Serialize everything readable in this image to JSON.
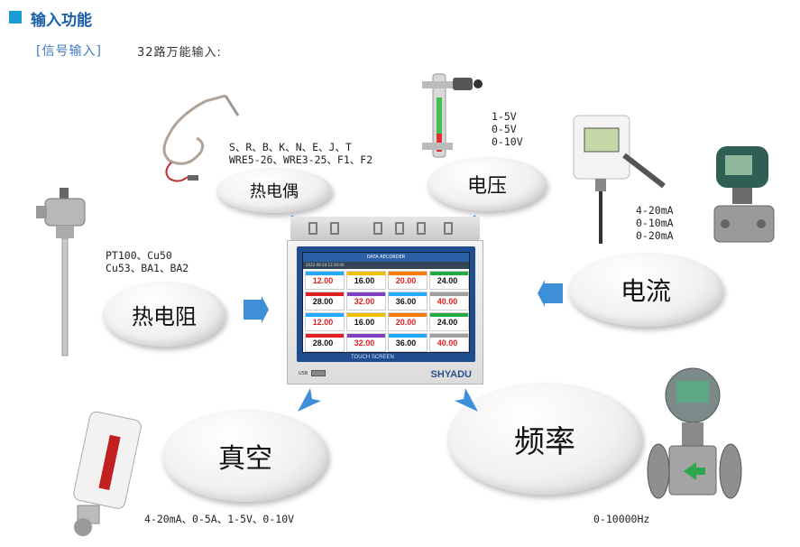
{
  "header": {
    "title": "输入功能",
    "tag": "[信号输入]",
    "intro": "32路万能输入:"
  },
  "bubbles": {
    "thermocouple": "热电偶",
    "voltage": "电压",
    "rtd": "热电阻",
    "current": "电流",
    "vacuum": "真空",
    "frequency": "频率"
  },
  "specs": {
    "thermocouple_line1": "S、R、B、K、N、E、J、T",
    "thermocouple_line2": "WRE5-26、WRE3-25、F1、F2",
    "voltage_line1": "1-5V",
    "voltage_line2": "0-5V",
    "voltage_line3": "0-10V",
    "rtd_line1": "PT100、Cu50",
    "rtd_line2": "Cu53、BA1、BA2",
    "current_line1": "4-20mA",
    "current_line2": "0-10mA",
    "current_line3": "0-20mA",
    "vacuum": "4-20mA、0-5A、1-5V、0-10V",
    "frequency": "0-10000Hz"
  },
  "device": {
    "screen_title": "DATA RECORDER",
    "screen_date": "2022-09-24 12:30:00",
    "touch_label": "TOUCH SCREEN",
    "brand": "SHYADU",
    "usb_label": "USB",
    "channels": [
      {
        "value": "12.00",
        "color": "#e02020",
        "bar": "#22aaff"
      },
      {
        "value": "16.00",
        "color": "#111111",
        "bar": "#f0c000"
      },
      {
        "value": "20.00",
        "color": "#e02020",
        "bar": "#ff7a00"
      },
      {
        "value": "24.00",
        "color": "#111111",
        "bar": "#22aa44"
      },
      {
        "value": "28.00",
        "color": "#111111",
        "bar": "#e02020"
      },
      {
        "value": "32.00",
        "color": "#e02020",
        "bar": "#8040c0"
      },
      {
        "value": "36.00",
        "color": "#111111",
        "bar": "#22aaff"
      },
      {
        "value": "40.00",
        "color": "#e02020",
        "bar": "#a0a0a0"
      },
      {
        "value": "12.00",
        "color": "#e02020",
        "bar": "#22aaff"
      },
      {
        "value": "16.00",
        "color": "#111111",
        "bar": "#f0c000"
      },
      {
        "value": "20.00",
        "color": "#e02020",
        "bar": "#ff7a00"
      },
      {
        "value": "24.00",
        "color": "#111111",
        "bar": "#22aa44"
      },
      {
        "value": "28.00",
        "color": "#111111",
        "bar": "#e02020"
      },
      {
        "value": "32.00",
        "color": "#e02020",
        "bar": "#8040c0"
      },
      {
        "value": "36.00",
        "color": "#111111",
        "bar": "#22aaff"
      },
      {
        "value": "40.00",
        "color": "#e02020",
        "bar": "#a0a0a0"
      }
    ]
  },
  "colors": {
    "accent": "#1a9ad6",
    "title": "#1a5fa8",
    "arrow": "#3f8fd8"
  }
}
